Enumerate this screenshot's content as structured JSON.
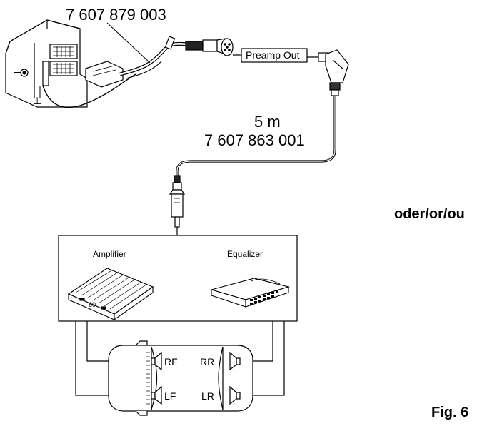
{
  "harness": {
    "part_number": "7 607 879 003"
  },
  "preamp": {
    "label": "Preamp Out"
  },
  "cable": {
    "length": "5 m",
    "part_number": "7 607 863 001"
  },
  "amp_box": {
    "amplifier_label": "Amplifier",
    "equalizer_label": "Equalizer",
    "amp_badge": "60"
  },
  "speakers": {
    "rf": "RF",
    "rr": "RR",
    "lf": "LF",
    "lr": "LR"
  },
  "alternative_text": "oder/or/ou",
  "figure_label": "Fig. 6",
  "ground_symbol": "⊥"
}
